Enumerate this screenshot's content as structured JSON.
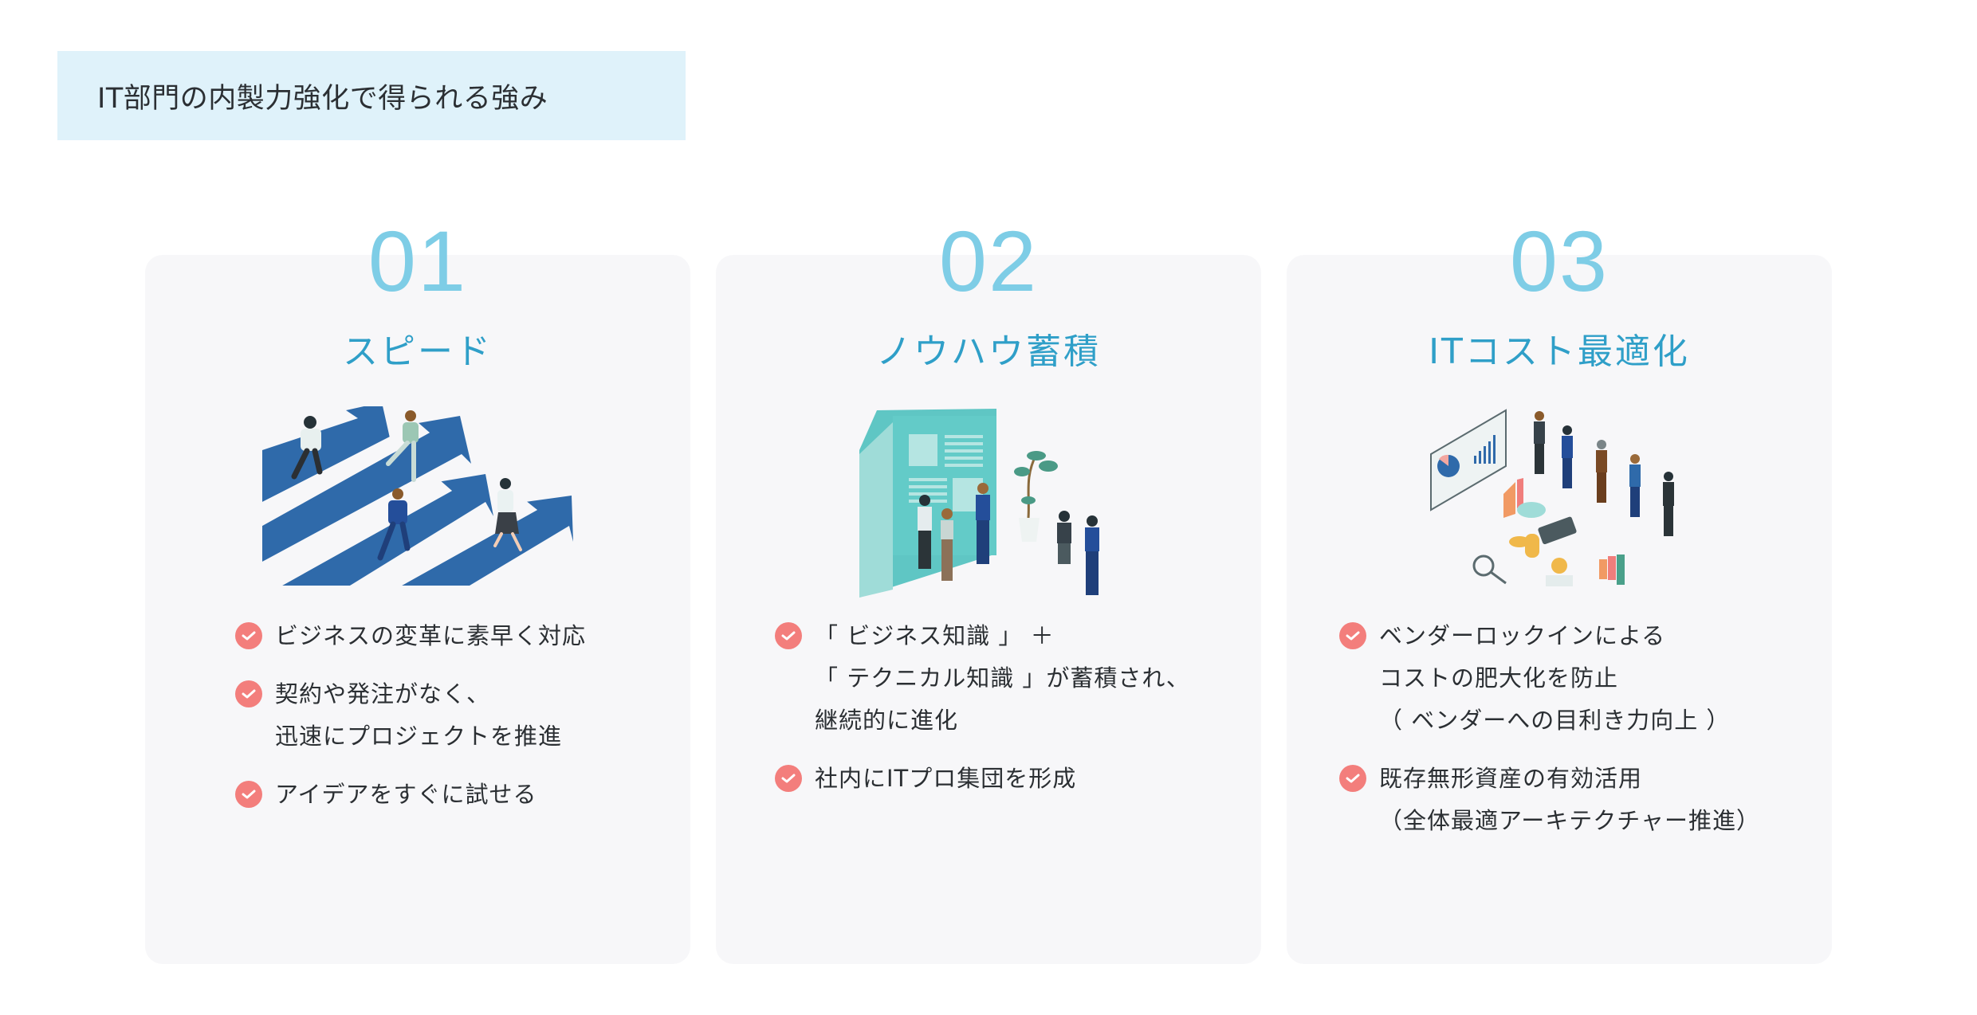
{
  "title": "IT部門の内製力強化で得られる強み",
  "colors": {
    "title_bg": "#dff2fa",
    "number": "#7ecde6",
    "heading": "#2f9fc8",
    "card_bg": "#f7f7f9",
    "check": "#f37e7c",
    "text": "#2b2f33"
  },
  "cards": [
    {
      "number": "01",
      "heading": "スピード",
      "illustration": "people-running-on-upward-arrows",
      "items": [
        {
          "lines": [
            "ビジネスの変革に素早く対応"
          ]
        },
        {
          "lines": [
            "契約や発注がなく、",
            "迅速にプロジェクトを推進"
          ]
        },
        {
          "lines": [
            "アイデアをすぐに試せる"
          ]
        }
      ]
    },
    {
      "number": "02",
      "heading": "ノウハウ蓄積",
      "illustration": "people-with-large-book-and-plant",
      "items": [
        {
          "lines": [
            "「 ビジネス知識 」 ＋",
            "「 テクニカル知識 」が蓄積され、",
            "継続的に進化"
          ]
        },
        {
          "lines": [
            "社内にITプロ集団を形成"
          ]
        }
      ]
    },
    {
      "number": "03",
      "heading": "ITコスト最適化",
      "illustration": "business-people-with-charts-coins-calculator",
      "items": [
        {
          "lines": [
            "ベンダーロックインによる",
            "コストの肥大化を防止",
            "（ ベンダーへの目利き力向上 ）"
          ]
        },
        {
          "lines": [
            "既存無形資産の有効活用",
            "（全体最適アーキテクチャー推進）"
          ]
        }
      ]
    }
  ]
}
